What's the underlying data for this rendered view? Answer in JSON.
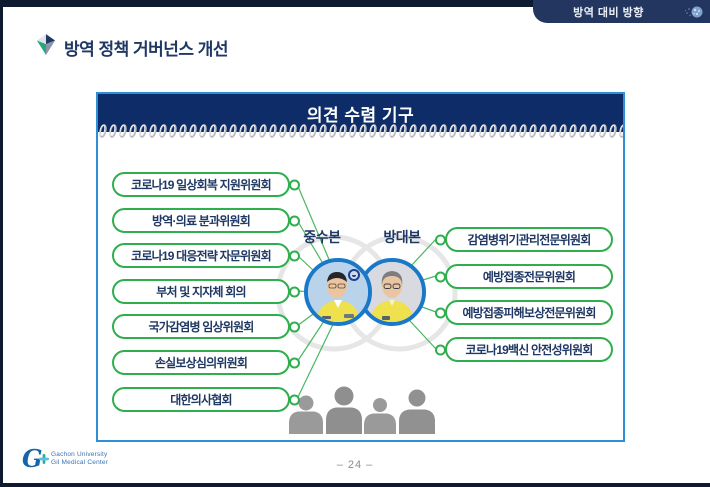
{
  "frame": {
    "tab_label": "방역 대비 방향"
  },
  "title": {
    "text": "방역 정책 거버넌스 개선"
  },
  "board": {
    "title": "의견 수렴 기구",
    "left_committees": [
      "코로나19 일상회복 지원위원회",
      "방역·의료 분과위원회",
      "코로나19 대응전략 자문위원회",
      "부처 및 지자체 회의",
      "국가감염병 임상위원회",
      "손실보상심의위원회",
      "대한의사협회"
    ],
    "right_committees": [
      "감염병위기관리전문위원회",
      "예방접종전문위원회",
      "예방접종피해보상전문위원회",
      "코로나19백신 안전성위원회"
    ],
    "center": {
      "left_label": "중수본",
      "right_label": "방대본"
    }
  },
  "footer": {
    "page_number": "– 24 –",
    "logo_letter": "G",
    "logo_line1": "Gachon University",
    "logo_line2": "Gil Medical Center"
  },
  "colors": {
    "navy_header": "#0e2d68",
    "tab_navy": "#22365f",
    "board_border_blue": "#2e8fd6",
    "pill_green": "#2fae4d",
    "text_navy": "#1f3864",
    "photo_ring_blue": "#1a78c8",
    "silhouette_gray": "#9a9a9a"
  }
}
